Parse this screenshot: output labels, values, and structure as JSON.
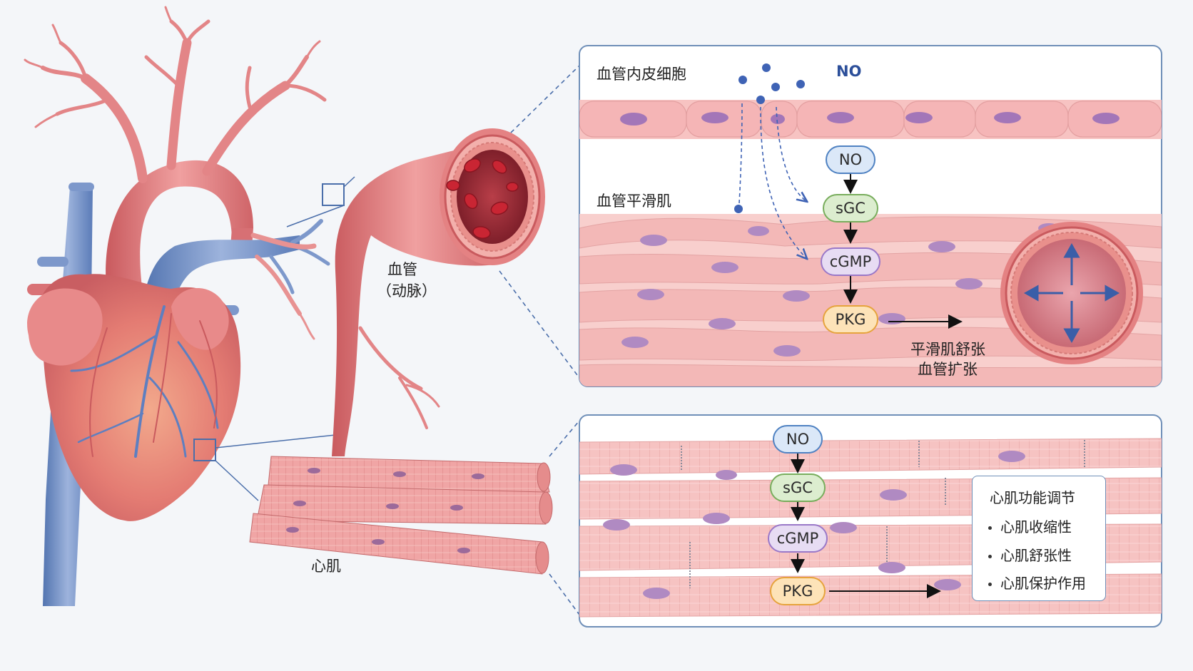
{
  "labels": {
    "endothelium": "血管内皮细胞",
    "no_molecule": "NO",
    "smooth_muscle": "血管平滑肌",
    "vessel_line1": "血管",
    "vessel_line2": "（动脉）",
    "cardiac_muscle": "心肌",
    "result_line1": "平滑肌舒张",
    "result_line2": "血管扩张"
  },
  "pathway_vascular": [
    "NO",
    "sGC",
    "cGMP",
    "PKG"
  ],
  "pathway_cardiac": [
    "NO",
    "sGC",
    "cGMP",
    "PKG"
  ],
  "function_box": {
    "title": "心肌功能调节",
    "items": [
      "心肌收缩性",
      "心肌舒张性",
      "心肌保护作用"
    ]
  },
  "colors": {
    "artery": "#e0797a",
    "vein": "#6f8fc6",
    "panel_border": "#6f8fb8",
    "no_dot": "#3f63b5",
    "no_text": "#2c4f9a"
  },
  "icons": [
    "heart-illustration",
    "artery-cross-section",
    "cardiac-muscle-fibers",
    "dilation-arrow-icon"
  ]
}
